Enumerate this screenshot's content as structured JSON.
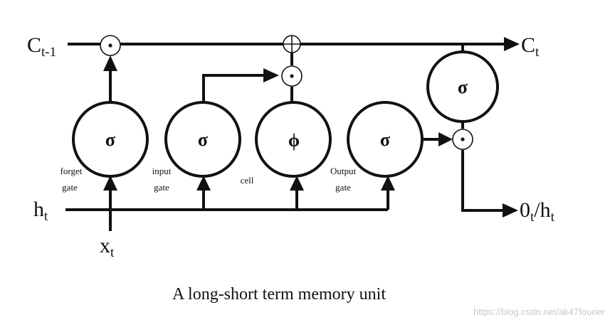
{
  "labels": {
    "c_prev": "C",
    "c_prev_sub": "t-1",
    "c_out": "C",
    "c_out_sub": "t",
    "h_in": "h",
    "h_in_sub": "t",
    "x_in": "x",
    "x_in_sub": "t",
    "out_o": "0",
    "out_o_sub": "t",
    "out_slash": "/h",
    "out_h_sub": "t"
  },
  "gates": {
    "forget_symbol": "σ",
    "forget_label_1": "forget",
    "forget_label_2": "gate",
    "input_symbol": "σ",
    "input_label_1": "input",
    "input_label_2": "gate",
    "cell_symbol": "ϕ",
    "cell_label": "cell",
    "output_symbol": "σ",
    "output_label_1": "Output",
    "output_label_2": "gate",
    "tanh_symbol": "σ"
  },
  "operators": {
    "multiply": "⊙",
    "add": "⊕"
  },
  "caption": "A long-short term memory unit",
  "watermark": "https://blog.csdn.net/ak47fourier"
}
